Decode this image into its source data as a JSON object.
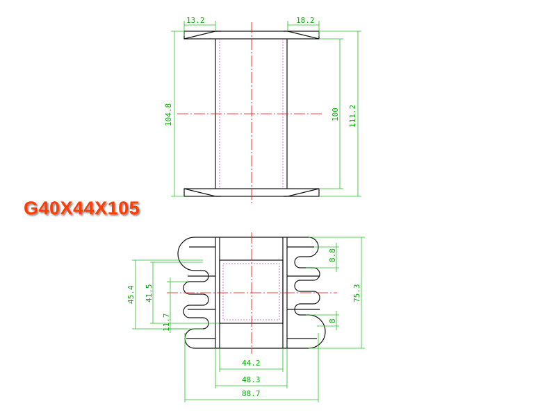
{
  "model": "G40X44X105",
  "colors": {
    "object": "#111111",
    "dimension": "#22c022",
    "dimension_text": "#00b000",
    "centerline": "#ff0000",
    "hidden": "#cc44cc",
    "title": "#ff3b00"
  },
  "top_view": {
    "flange_left": "13.2",
    "flange_right": "18.2",
    "height_overall": "104.8",
    "height_inner": "100",
    "height_total": "111.2"
  },
  "bottom_view": {
    "slot_width": "8.8",
    "height_overall": "75.3",
    "slot_width_2": "8",
    "height_45": "45.4",
    "height_41": "41.5",
    "slot_11": "11.7",
    "width_inner": "44.2",
    "width_mid": "48.3",
    "width_total": "88.7"
  }
}
